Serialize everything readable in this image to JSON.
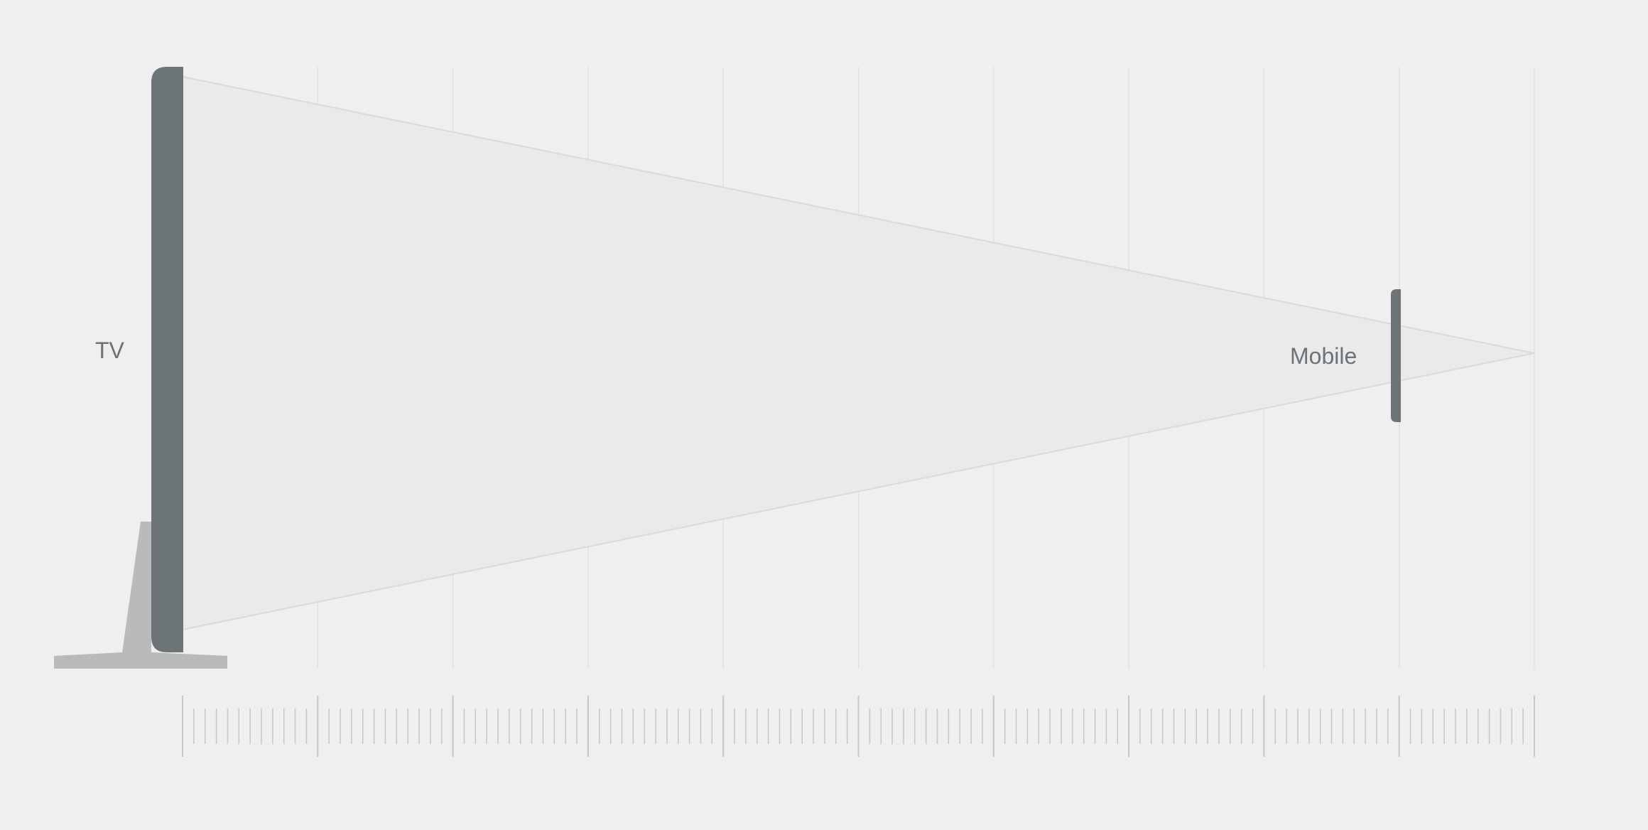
{
  "labels": {
    "tv": "TV",
    "mobile": "Mobile"
  },
  "scale": {
    "major_divisions": 10,
    "minor_per_major": 12
  },
  "colors": {
    "background": "#efefef",
    "device_body": "#6c7478",
    "tv_stand": "#b9bbba",
    "viewing_cone_fill": "#eaeaea",
    "viewing_cone_edge": "#dadada",
    "grid_line": "#e1e1e1",
    "ruler_tick": "#c6c6c6",
    "label_text": "#6b7377"
  }
}
